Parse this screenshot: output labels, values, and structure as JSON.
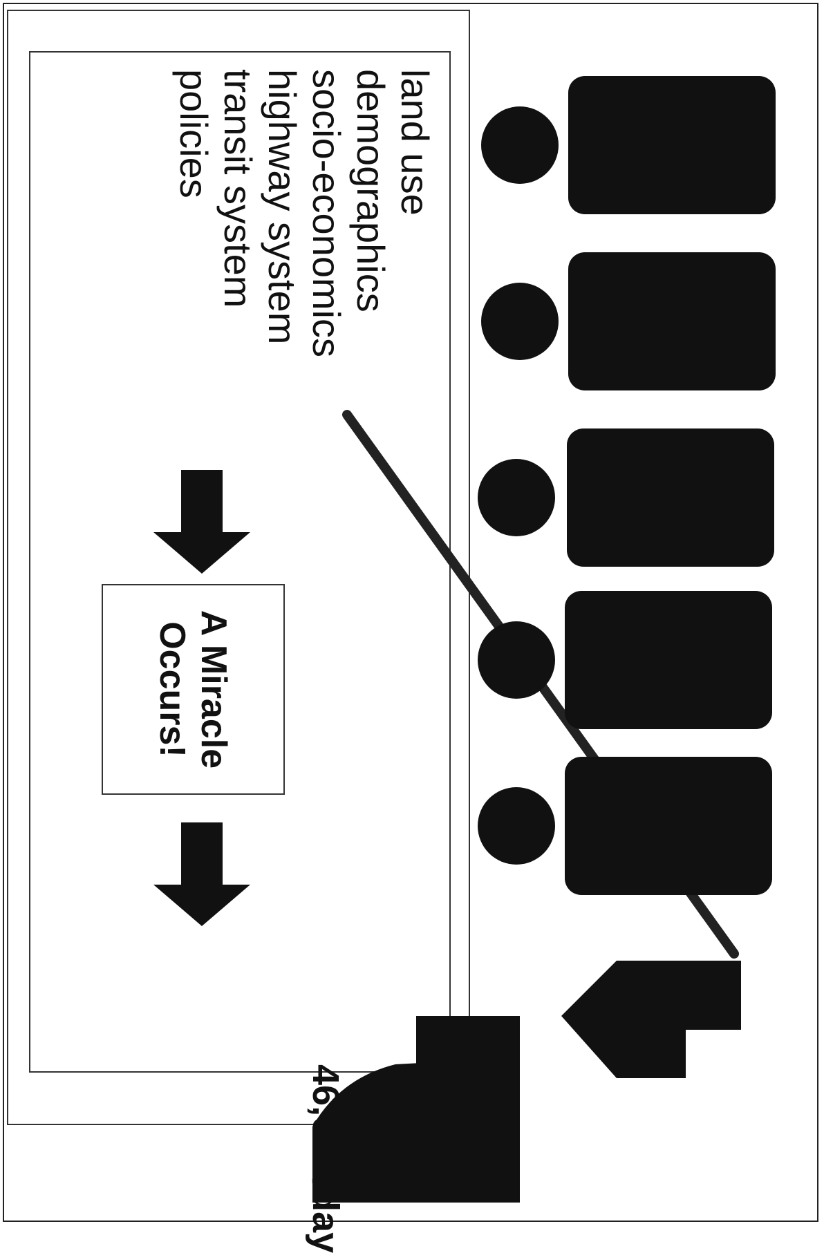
{
  "diagram": {
    "inputs": [
      "land use",
      "demographics",
      "socio-economics",
      "highway system",
      "transit system",
      "policies"
    ],
    "process": {
      "line1": "A Miracle",
      "line2": "Occurs!"
    },
    "output": "46,000/day",
    "colors": {
      "ink": "#111111",
      "paper": "#ffffff"
    }
  }
}
